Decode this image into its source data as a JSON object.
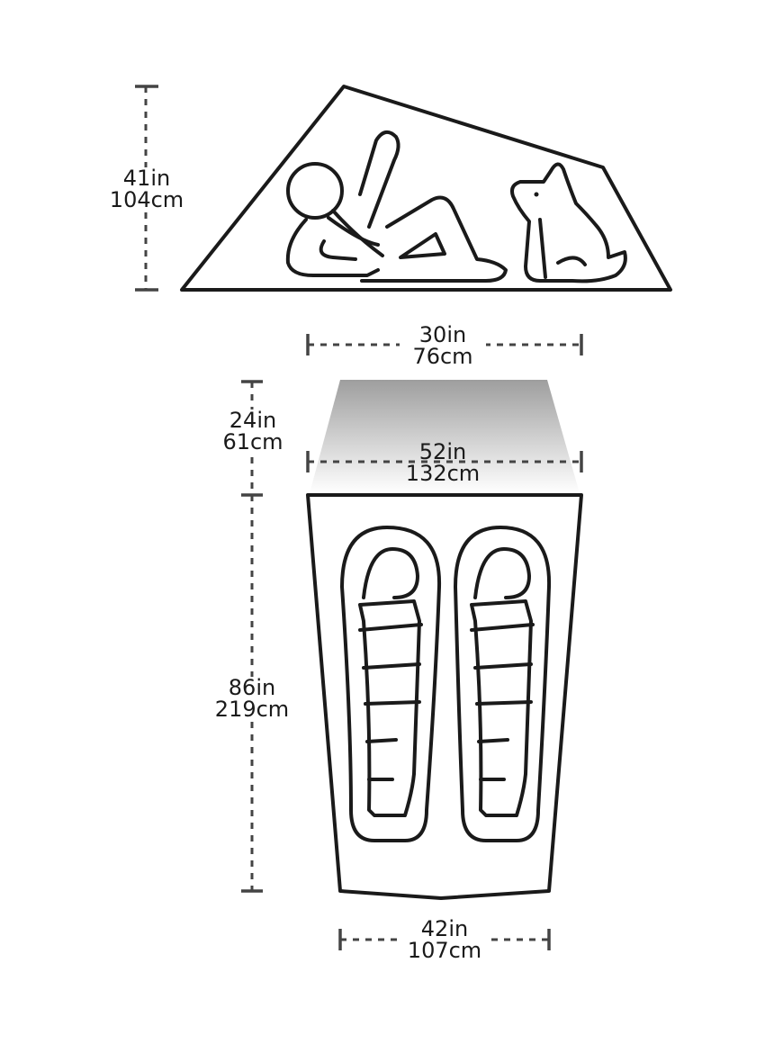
{
  "colors": {
    "line": "#1a1a1a",
    "dimension": "#444444",
    "vestibule_gradient_top": "#9e9e9e",
    "vestibule_gradient_bottom": "#ffffff"
  },
  "dimensions": {
    "height": {
      "imperial": "41in",
      "metric": "104cm"
    },
    "end_width": {
      "imperial": "30in",
      "metric": "76cm"
    },
    "vestibule_depth": {
      "imperial": "24in",
      "metric": "61cm"
    },
    "head_width": {
      "imperial": "52in",
      "metric": "132cm"
    },
    "length": {
      "imperial": "86in",
      "metric": "219cm"
    },
    "foot_width": {
      "imperial": "42in",
      "metric": "107cm"
    }
  },
  "icons": [
    "person-reclining-icon",
    "dog-sitting-icon",
    "sleeping-bag-icon"
  ]
}
